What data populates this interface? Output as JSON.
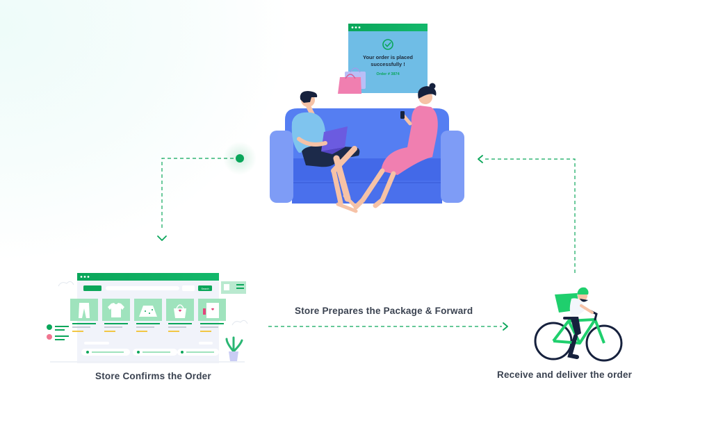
{
  "order_popup": {
    "message": "Your order is placed successfully !",
    "order_number": "Order # 3874"
  },
  "store_screen": {
    "search_button": "Search",
    "product_icons": [
      "pants-icon",
      "tshirt-icon",
      "skirt-icon",
      "bag-icon",
      "card-icon"
    ]
  },
  "steps": {
    "step_confirm": "Store Confirms the Order",
    "step_prepare": "Store Prepares the Package & Forward",
    "step_deliver": "Receive and deliver the order"
  },
  "colors": {
    "brand_green": "#0aa65a",
    "sofa_blue": "#4f74f0",
    "sofa_light": "#7896f4",
    "popup_blue": "#6fbde6",
    "dress_pink": "#f07fb0",
    "tee_blue": "#7fc4ee"
  }
}
